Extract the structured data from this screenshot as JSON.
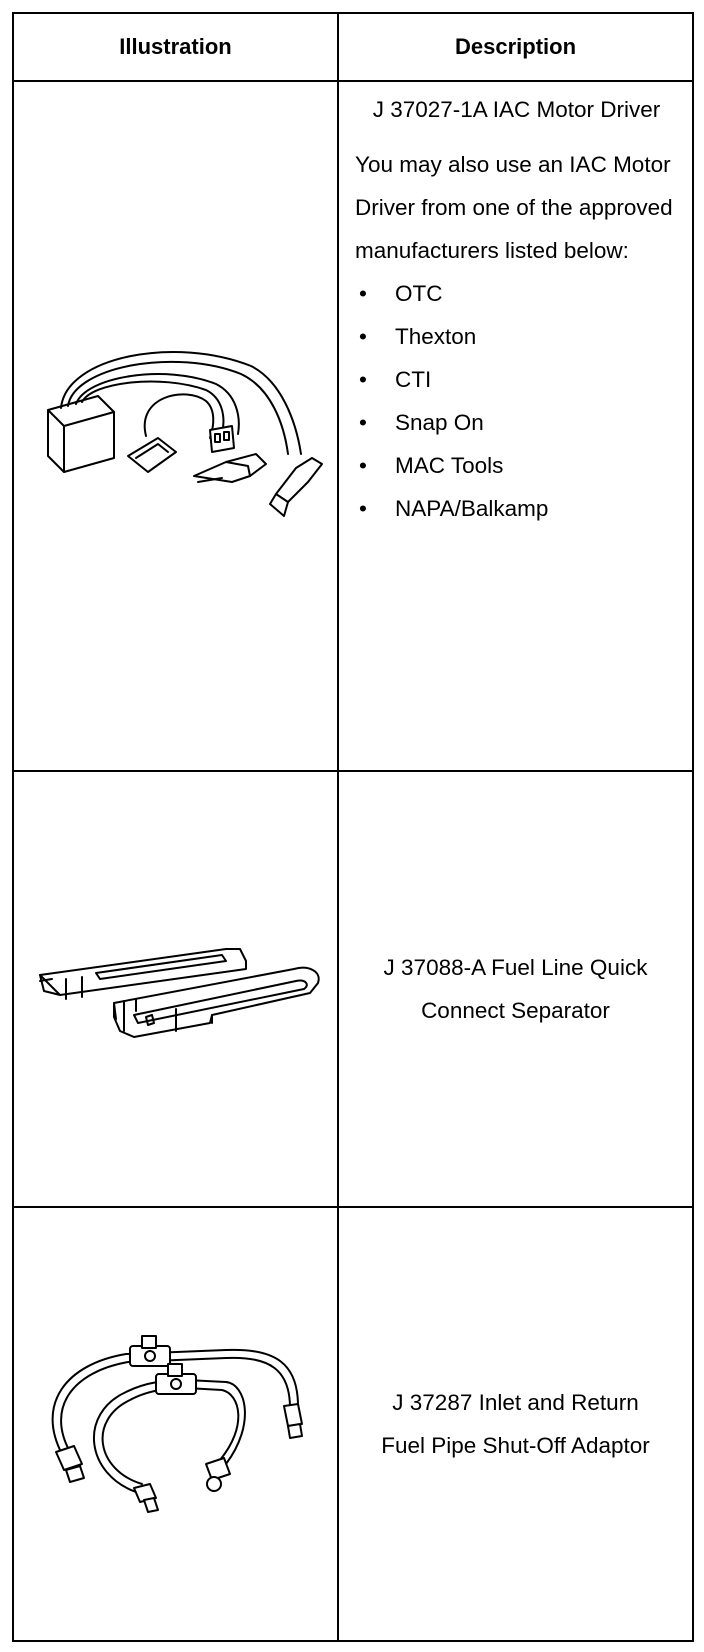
{
  "header": {
    "illustration": "Illustration",
    "description": "Description"
  },
  "rows": [
    {
      "illustration_icon": "iac-motor-driver-icon",
      "title": "J 37027-1A IAC Motor Driver",
      "body": "You may also use an IAC Motor Driver from one of the approved manufacturers listed below:",
      "manufacturers": [
        "OTC",
        "Thexton",
        "CTI",
        "Snap On",
        "MAC Tools",
        "NAPA/Balkamp"
      ]
    },
    {
      "illustration_icon": "fuel-line-separator-icon",
      "title": "J 37088-A Fuel Line Quick Connect Separator"
    },
    {
      "illustration_icon": "shut-off-adaptor-icon",
      "title": "J 37287 Inlet and Return Fuel Pipe Shut-Off Adaptor"
    }
  ]
}
